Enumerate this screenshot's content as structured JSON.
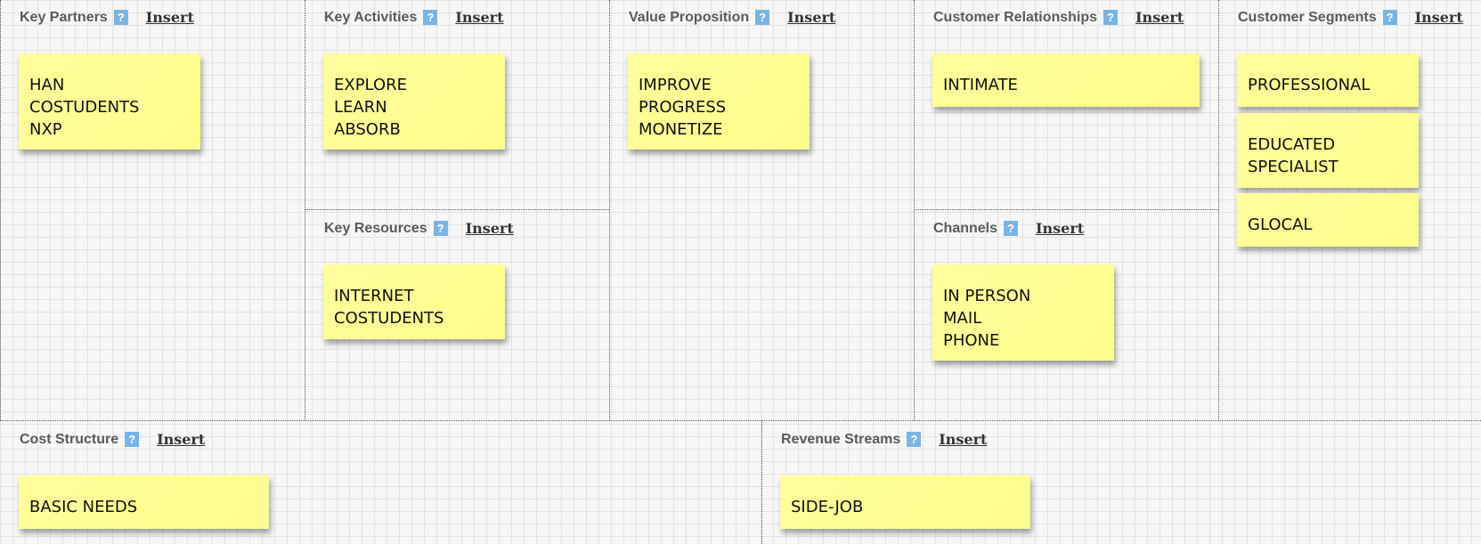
{
  "help_glyph": "?",
  "insert_label": "Insert",
  "sections": {
    "key_partners": {
      "title": "Key Partners",
      "notes": [
        [
          "HAN",
          "COSTUDENTS",
          "NXP"
        ]
      ]
    },
    "key_activities": {
      "title": "Key Activities",
      "notes": [
        [
          "EXPLORE",
          "LEARN",
          "ABSORB"
        ]
      ]
    },
    "key_resources": {
      "title": "Key Resources",
      "notes": [
        [
          "INTERNET",
          "COSTUDENTS"
        ]
      ]
    },
    "value_proposition": {
      "title": "Value Proposition",
      "notes": [
        [
          "IMPROVE",
          "PROGRESS",
          "MONETIZE"
        ]
      ]
    },
    "customer_relationships": {
      "title": "Customer Relationships",
      "notes": [
        [
          "INTIMATE"
        ]
      ]
    },
    "channels": {
      "title": "Channels",
      "notes": [
        [
          "IN PERSON",
          "MAIL",
          "PHONE"
        ]
      ]
    },
    "customer_segments": {
      "title": "Customer Segments",
      "notes": [
        [
          "PROFESSIONAL"
        ],
        [
          "EDUCATED",
          "SPECIALIST"
        ],
        [
          "GLOCAL"
        ]
      ]
    },
    "cost_structure": {
      "title": "Cost Structure",
      "notes": [
        [
          "BASIC NEEDS"
        ]
      ]
    },
    "revenue_streams": {
      "title": "Revenue Streams",
      "notes": [
        [
          "SIDE-JOB"
        ]
      ]
    }
  },
  "colors": {
    "note": "#ffff9c",
    "help": "#78b4e6",
    "grid": "#e3e3e3"
  }
}
